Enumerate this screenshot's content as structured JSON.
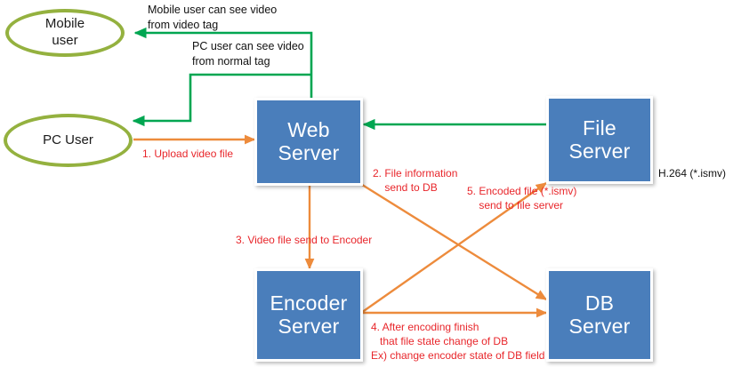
{
  "diagram": {
    "title": "Video upload and encoding flow",
    "colors": {
      "node_fill": "#4A7EBB",
      "node_text": "#FFFFFF",
      "ellipse_border": "#94B13F",
      "flow_orange": "#ED8B3C",
      "flow_green": "#00A651",
      "label_red": "#E8262B",
      "label_black": "#111111"
    },
    "nodes": {
      "mobile_user": "Mobile\nuser",
      "pc_user": "PC User",
      "web_server": "Web\nServer",
      "file_server": "File\nServer",
      "encoder_server": "Encoder\nServer",
      "db_server": "DB\nServer"
    },
    "labels": {
      "mobile_view": "Mobile user can see video\nfrom video tag",
      "pc_view": "PC user can see video\nfrom normal tag",
      "step1": "1. Upload video file",
      "step2": "2. File information\n    send to DB",
      "step3": "3. Video file send to Encoder",
      "step4": "4. After encoding finish\n   that file state change of DB\nEx) change encoder state of DB field",
      "step5": "5. Encoded file (*.ismv)\n    send to file server",
      "codec_note": "H.264 (*.ismv)"
    }
  }
}
